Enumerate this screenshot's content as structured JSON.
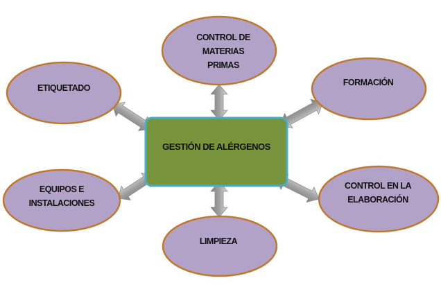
{
  "center": {
    "label": "GESTIÓN DE ALÉRGENOS"
  },
  "nodes": [
    {
      "id": "materias-primas",
      "lines": [
        "CONTROL DE",
        "MATERIAS",
        "PRIMAS"
      ]
    },
    {
      "id": "etiquetado",
      "lines": [
        "ETIQUETADO"
      ]
    },
    {
      "id": "formacion",
      "lines": [
        "FORMACIÓN"
      ]
    },
    {
      "id": "equipos",
      "lines": [
        "EQUIPOS E",
        "INSTALACIONES"
      ]
    },
    {
      "id": "elaboracion",
      "lines": [
        "CONTROL EN LA",
        "ELABORACIÓN"
      ]
    },
    {
      "id": "limpieza",
      "lines": [
        "LIMPIEZA"
      ]
    }
  ],
  "colors": {
    "center_fill": "#77933C",
    "center_border": "#4BACC6",
    "node_fill": "#B3A2C7",
    "node_border": "#C0772E",
    "arrow": "#A6A6A6"
  }
}
